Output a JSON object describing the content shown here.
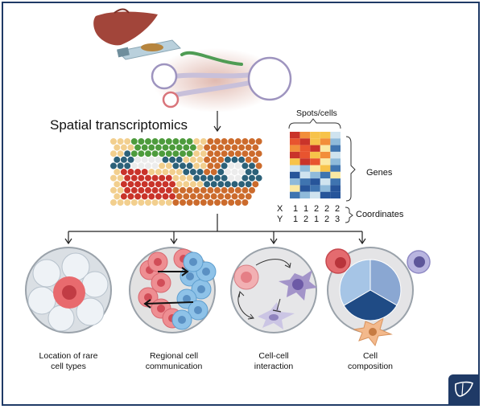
{
  "title": "Spatial transcriptomics",
  "matrix": {
    "spots_label": "Spots/cells",
    "genes_label": "Genes",
    "coordinates_label": "Coordinates",
    "x_label": "X",
    "y_label": "Y",
    "x_values": [
      "1",
      "1",
      "2",
      "2",
      "2"
    ],
    "y_values": [
      "1",
      "2",
      "1",
      "2",
      "3"
    ]
  },
  "applications": [
    {
      "line1": "Location of rare",
      "line2": "cell types"
    },
    {
      "line1": "Regional cell",
      "line2": "communication"
    },
    {
      "line1": "Cell-cell",
      "line2": "interaction"
    },
    {
      "line1": "Cell",
      "line2": "composition"
    }
  ],
  "colors": {
    "frame": "#1f3a66",
    "spot_light": "#f2cf8e",
    "spot_orange": "#cc6b2c",
    "spot_teal": "#2c6179",
    "spot_green": "#4d9b3c",
    "spot_red": "#c9332a",
    "spot_empty": "#ececec",
    "rare_cell": "#e86a6e",
    "cluster_red": "#ee8e92",
    "cluster_blue": "#8ec2e8"
  }
}
